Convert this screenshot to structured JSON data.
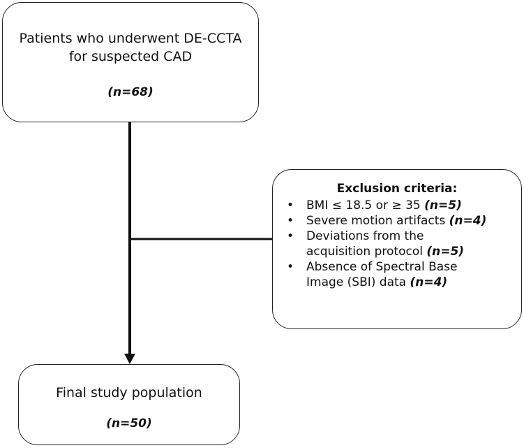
{
  "top_box": {
    "line1": "Patients who underwent DE-CCTA",
    "line2": "for suspected CAD",
    "count": "(n=68)"
  },
  "exclusion_box": {
    "title": "Exclusion criteria:",
    "items": [
      {
        "line1": "BMI ≤ 18.5 or ≥ 35",
        "line2": "",
        "count": "(n=5)"
      },
      {
        "line1": "Severe motion artifacts",
        "line2": "",
        "count": "(n=4)"
      },
      {
        "line1": "Deviations from the",
        "line2": "acquisition protocol",
        "count": "(n=5)"
      },
      {
        "line1": "Absence of Spectral Base",
        "line2": "Image (SBI) data",
        "count": "(n=4)"
      }
    ]
  },
  "bottom_box": {
    "line1": "Final study population",
    "count": "(n=50)"
  },
  "colors": {
    "line": "#111111",
    "border": "#222222",
    "background": "#ffffff"
  },
  "icons": {
    "bullet": "bullet-dot-icon",
    "arrow": "arrow-down-icon"
  }
}
